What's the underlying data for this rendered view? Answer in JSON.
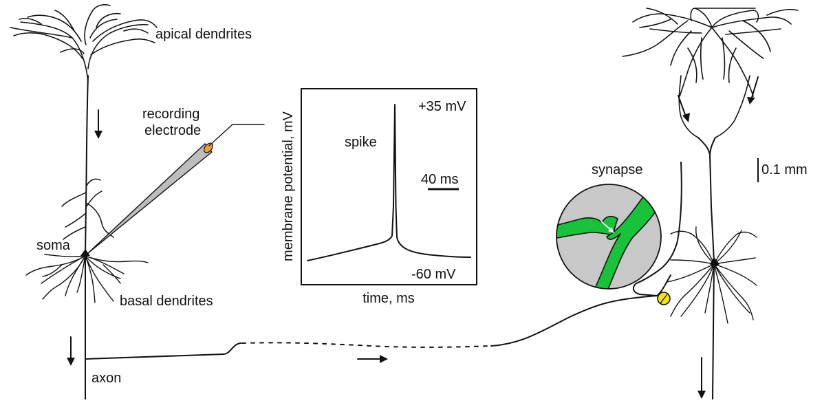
{
  "labels": {
    "apical_dendrites": "apical dendrites",
    "recording_electrode_line1": "recording",
    "recording_electrode_line2": "electrode",
    "soma": "soma",
    "basal_dendrites": "basal dendrites",
    "axon": "axon",
    "synapse": "synapse",
    "scale_bar": "0.1 mm"
  },
  "inset_plot": {
    "ylabel": "membrane potential, mV",
    "xlabel": "time, ms",
    "spike_label": "spike",
    "peak_label": "+35 mV",
    "rest_label": "-60 mV",
    "timescale_label": "40 ms"
  },
  "colors": {
    "line": "#111111",
    "synapse_fill": "#18c23a",
    "lens_fill": "#c8c8c8",
    "electrode_fill": "#bdbdbd",
    "electrode_tip": "#f0a030",
    "terminal_yellow": "#f2e21a"
  }
}
